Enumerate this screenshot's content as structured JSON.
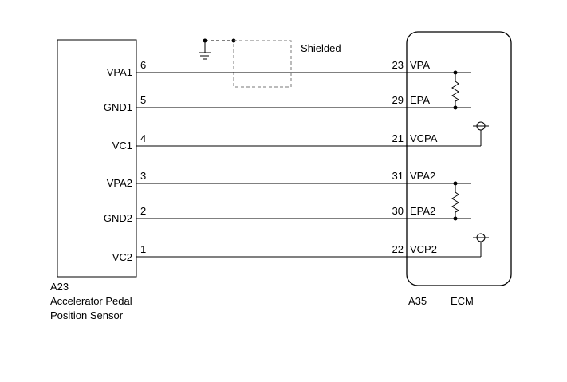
{
  "shield_label": "Shielded",
  "sensor": {
    "id": "A23",
    "name_line1": "Accelerator Pedal",
    "name_line2": "Position Sensor"
  },
  "ecm": {
    "id": "A35",
    "name": "ECM"
  },
  "wires": [
    {
      "left_label": "VPA1",
      "left_pin": "6",
      "right_pin": "23",
      "right_label": "VPA"
    },
    {
      "left_label": "GND1",
      "left_pin": "5",
      "right_pin": "29",
      "right_label": "EPA"
    },
    {
      "left_label": "VC1",
      "left_pin": "4",
      "right_pin": "21",
      "right_label": "VCPA"
    },
    {
      "left_label": "VPA2",
      "left_pin": "3",
      "right_pin": "31",
      "right_label": "VPA2"
    },
    {
      "left_label": "GND2",
      "left_pin": "2",
      "right_pin": "30",
      "right_label": "EPA2"
    },
    {
      "left_label": "VC2",
      "left_pin": "1",
      "right_pin": "22",
      "right_label": "VCP2"
    }
  ]
}
